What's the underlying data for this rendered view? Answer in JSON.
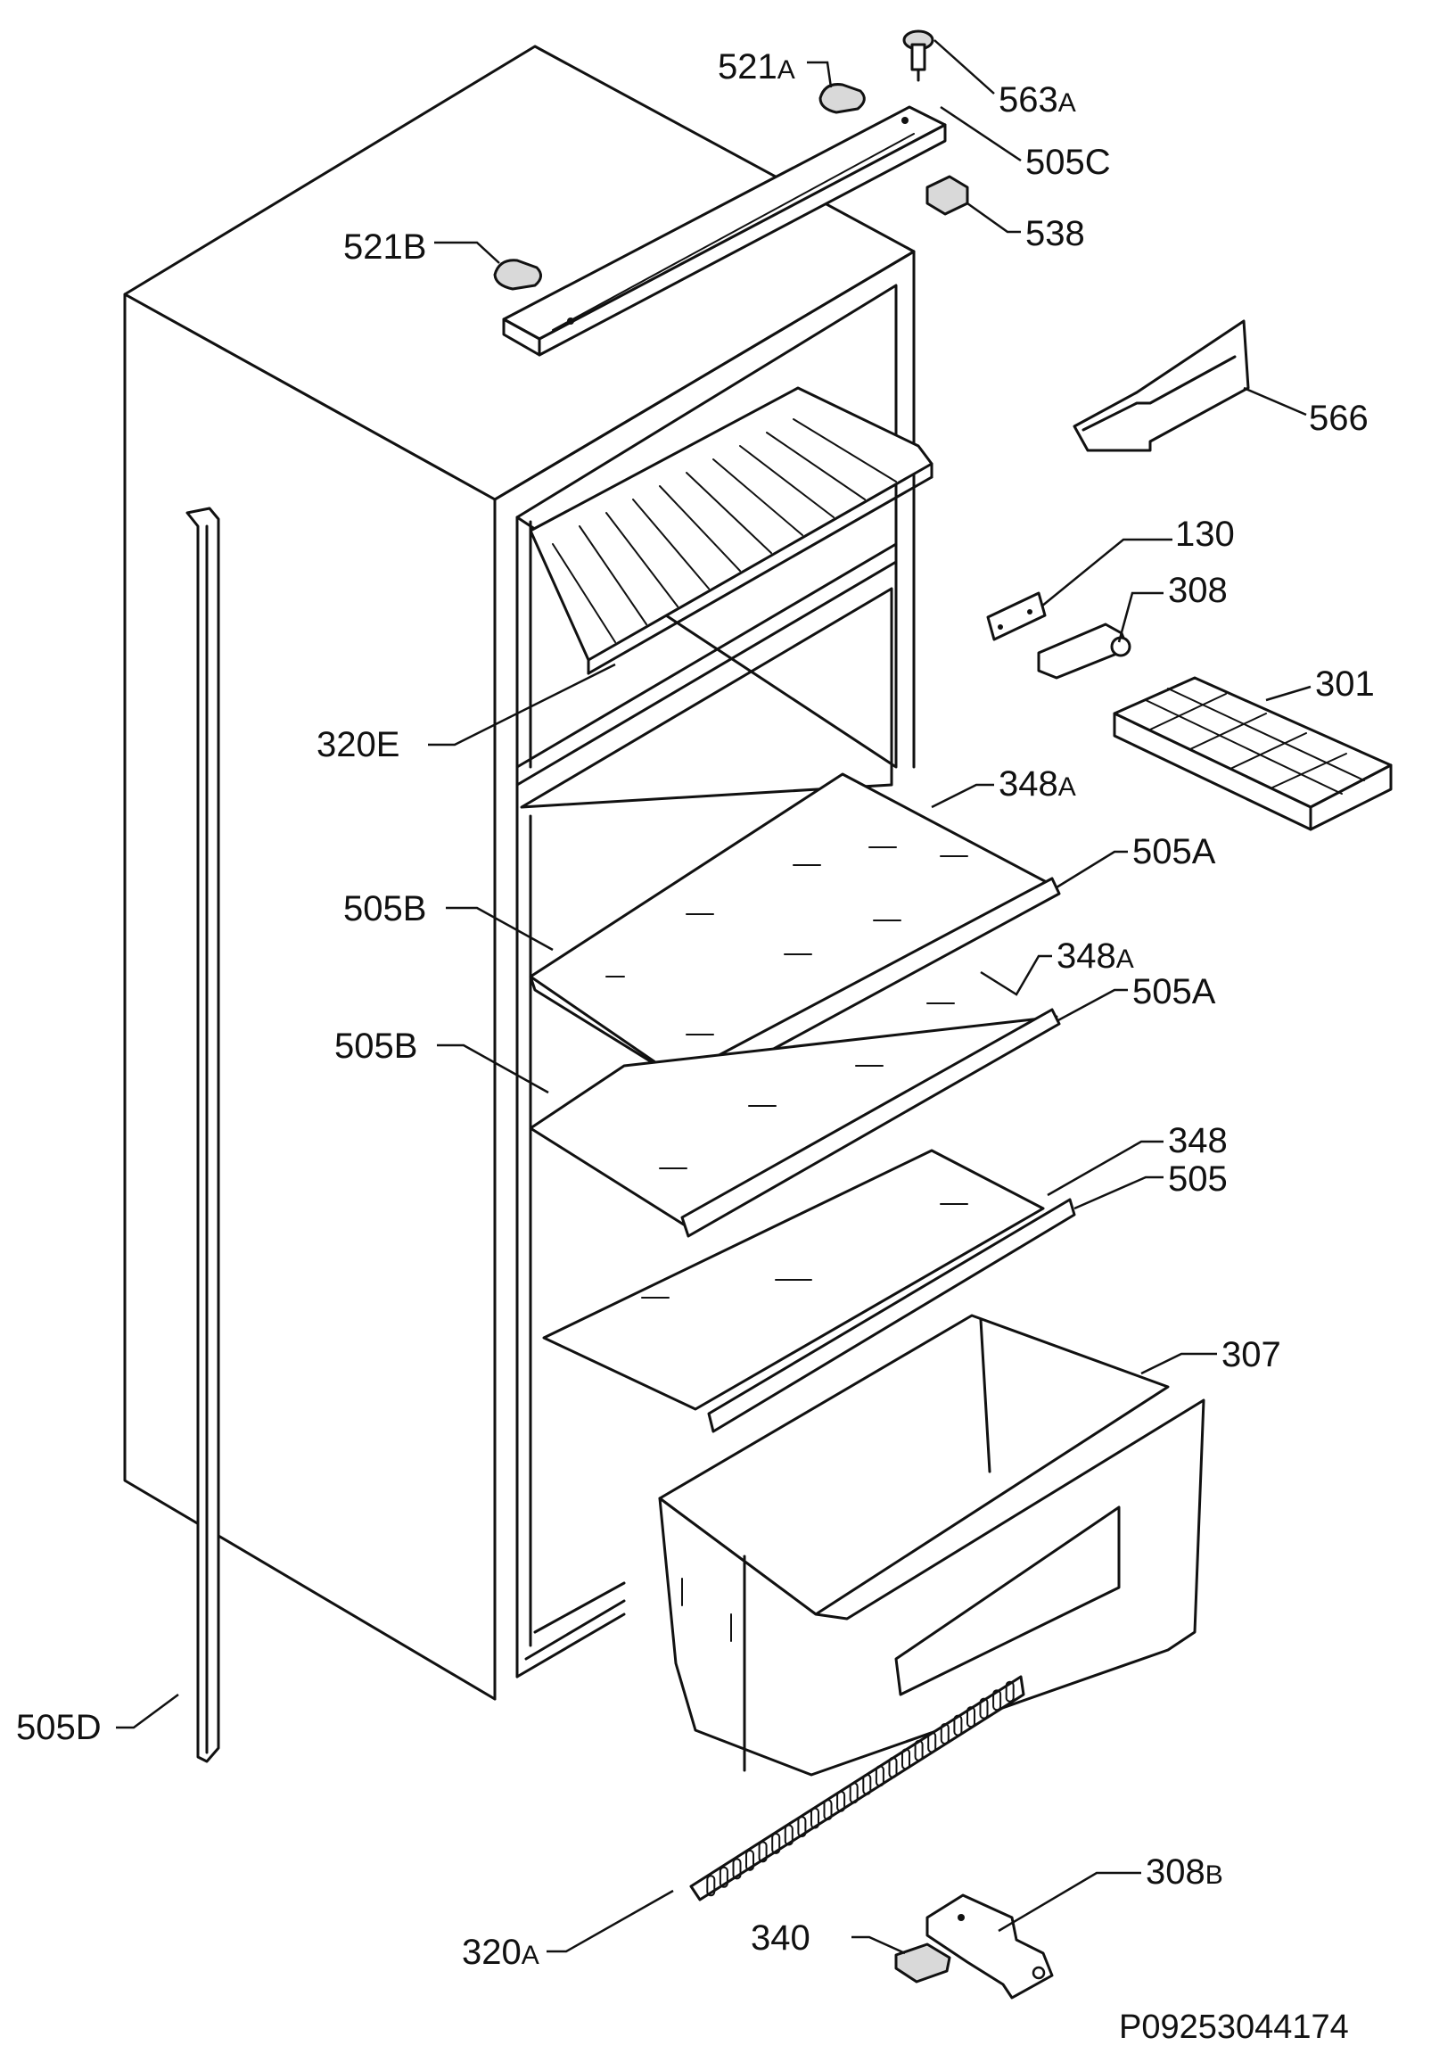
{
  "diagram": {
    "reference_code": "P09253044174",
    "parts": [
      {
        "id": "p521A",
        "number": "521",
        "suffix": "A"
      },
      {
        "id": "p563A",
        "number": "563",
        "suffix": "A"
      },
      {
        "id": "p505C",
        "number": "505C",
        "suffix": ""
      },
      {
        "id": "p538",
        "number": "538",
        "suffix": ""
      },
      {
        "id": "p521B",
        "number": "521B",
        "suffix": ""
      },
      {
        "id": "p566",
        "number": "566",
        "suffix": ""
      },
      {
        "id": "p130",
        "number": "130",
        "suffix": ""
      },
      {
        "id": "p308",
        "number": "308",
        "suffix": ""
      },
      {
        "id": "p301",
        "number": "301",
        "suffix": ""
      },
      {
        "id": "p320E",
        "number": "320E",
        "suffix": ""
      },
      {
        "id": "p348A_1",
        "number": "348",
        "suffix": "A"
      },
      {
        "id": "p505A_1",
        "number": "505A",
        "suffix": ""
      },
      {
        "id": "p505B_1",
        "number": "505B",
        "suffix": ""
      },
      {
        "id": "p348A_2",
        "number": "348",
        "suffix": "A"
      },
      {
        "id": "p505A_2",
        "number": "505A",
        "suffix": ""
      },
      {
        "id": "p505B_2",
        "number": "505B",
        "suffix": ""
      },
      {
        "id": "p348",
        "number": "348",
        "suffix": ""
      },
      {
        "id": "p505",
        "number": "505",
        "suffix": ""
      },
      {
        "id": "p307",
        "number": "307",
        "suffix": ""
      },
      {
        "id": "p505D",
        "number": "505D",
        "suffix": ""
      },
      {
        "id": "p308B",
        "number": "308",
        "suffix": "B"
      },
      {
        "id": "p340",
        "number": "340",
        "suffix": ""
      },
      {
        "id": "p320A",
        "number": "320",
        "suffix": "A"
      }
    ]
  }
}
